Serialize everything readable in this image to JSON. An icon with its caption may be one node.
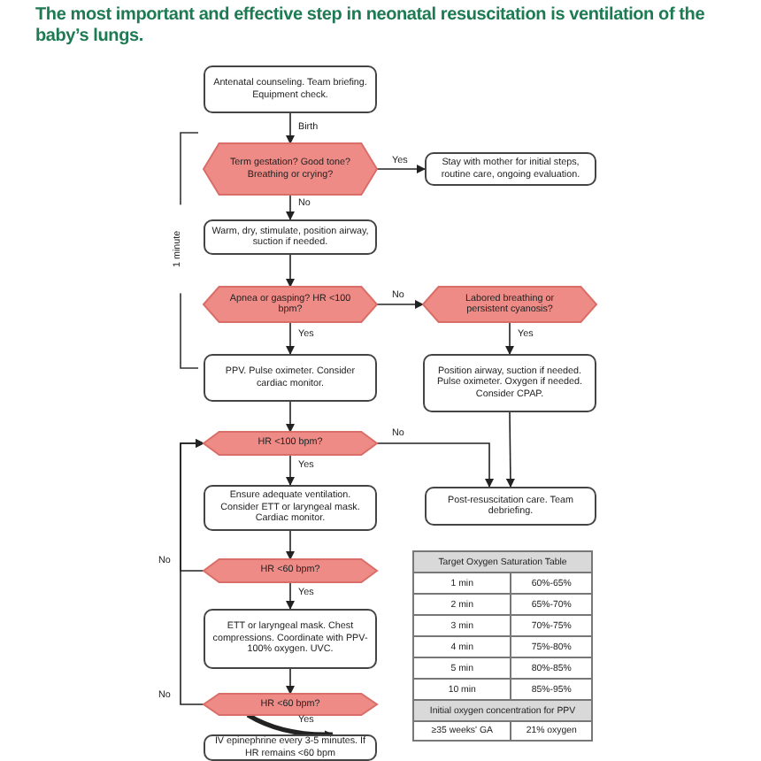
{
  "diagram": {
    "title": "The most important and effective step in neonatal resuscitation is ventilation of the baby’s lungs.",
    "nodes": [
      {
        "text": [
          "Antenatal counseling. Team briefing. Equipment check."
        ]
      },
      {
        "text": [
          "Term gestation? Good tone? Breathing or crying?"
        ]
      },
      {
        "text": [
          "Stay with mother for initial steps, routine care, ongoing evaluation."
        ]
      },
      {
        "text": [
          "Warm, dry, stimulate, position airway, suction if needed."
        ]
      },
      {
        "text": [
          "Apnea or gasping? HR <100 bpm?"
        ]
      },
      {
        "text": [
          "Labored breathing or persistent cyanosis?"
        ]
      },
      {
        "text": [
          "PPV. Pulse oximeter. Consider cardiac monitor."
        ]
      },
      {
        "text": [
          "Position airway, suction if needed. Pulse oximeter. Oxygen if needed. Consider CPAP."
        ]
      },
      {
        "text": [
          "HR <100 bpm?"
        ]
      },
      {
        "text": [
          "Post-resuscitation care. Team debriefing."
        ]
      },
      {
        "text": [
          "Ensure adequate ventilation. Consider ETT or laryngeal mask. Cardiac monitor."
        ]
      },
      {
        "text": [
          "HR <60 bpm?"
        ]
      },
      {
        "text": [
          "ETT or laryngeal mask. Chest compressions. Coordinate with PPV-100% oxygen. UVC."
        ]
      },
      {
        "text": [
          "HR <60 bpm?"
        ]
      },
      {
        "text": [
          "IV epinephrine every 3-5 minutes. If HR remains <60 bpm"
        ]
      }
    ],
    "edges": [
      {
        "from": 0,
        "to": 1,
        "arrow": "to",
        "label": "Birth"
      },
      {
        "from": 1,
        "to": 2,
        "arrow": "to",
        "label": "Yes"
      },
      {
        "from": 1,
        "to": 3,
        "arrow": "to",
        "label": "No"
      },
      {
        "from": 3,
        "to": 4,
        "arrow": "to"
      },
      {
        "from": 4,
        "to": 5,
        "arrow": "to",
        "label": "No"
      },
      {
        "from": 4,
        "to": 6,
        "arrow": "to",
        "label": "Yes"
      },
      {
        "from": 5,
        "to": 7,
        "arrow": "to",
        "label": "Yes"
      },
      {
        "from": 6,
        "to": 8,
        "arrow": "to"
      },
      {
        "from": 8,
        "to": 10,
        "arrow": "to",
        "label": "Yes"
      },
      {
        "from": 8,
        "to": 9,
        "arrow": "to",
        "label": "No"
      },
      {
        "from": 7,
        "to": 9,
        "arrow": "to"
      },
      {
        "from": 10,
        "to": 11,
        "arrow": "to"
      },
      {
        "from": 11,
        "to": 12,
        "arrow": "to",
        "label": "Yes"
      },
      {
        "from": 11,
        "to": 8,
        "arrow": "to",
        "label": "No"
      },
      {
        "from": 12,
        "to": 13,
        "arrow": "to"
      },
      {
        "from": 13,
        "to": 8,
        "arrow": "to",
        "label": "No"
      },
      {
        "from": 13,
        "to": 14,
        "arrow": "to",
        "label": "Yes",
        "style": "thick"
      }
    ],
    "labels": [
      "1 minute",
      "Target Oxygen Saturation Table",
      "1 min",
      "60%-65%",
      "2 min",
      "65%-70%",
      "3 min",
      "70%-75%",
      "4 min",
      "75%-80%",
      "5 min",
      "80%-85%",
      "10 min",
      "85%-95%",
      "Initial oxygen concentration for PPV",
      "≥35 weeks' GA",
      "21% oxygen"
    ]
  }
}
